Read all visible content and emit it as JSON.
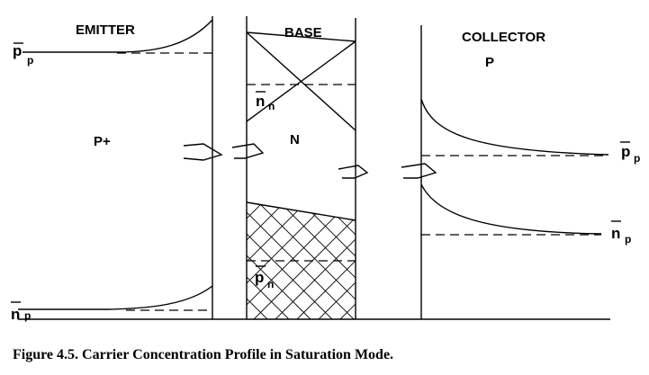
{
  "regions": {
    "emitter": {
      "name": "EMITTER",
      "type": "P+"
    },
    "base": {
      "name": "BASE",
      "type": "N"
    },
    "collector": {
      "name": "COLLECTOR",
      "type": "P"
    }
  },
  "symbols": {
    "emitter_majority": {
      "main": "p",
      "sub": "p"
    },
    "emitter_minority": {
      "main": "n",
      "sub": "p"
    },
    "base_majority": {
      "main": "n",
      "sub": "n"
    },
    "base_minority": {
      "main": "p",
      "sub": "n"
    },
    "collector_majority": {
      "main": "p",
      "sub": "p"
    },
    "collector_minority": {
      "main": "n",
      "sub": "p"
    }
  },
  "caption": "Figure 4.5. Carrier Concentration Profile in Saturation Mode."
}
